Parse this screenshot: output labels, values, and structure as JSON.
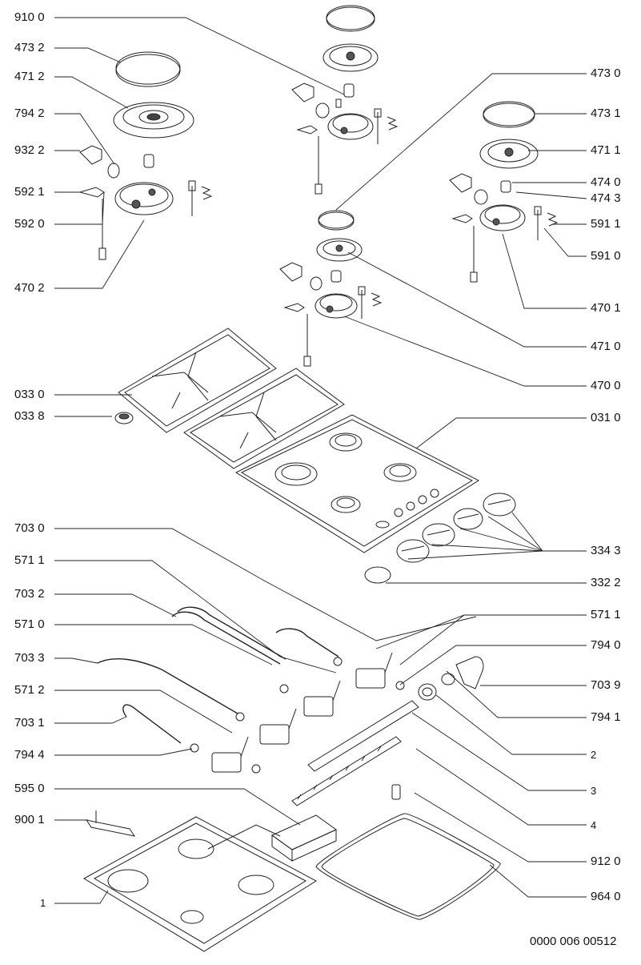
{
  "diagram": {
    "doc_number": "0000 006 00512",
    "labels_left": [
      "910 0",
      "473 2",
      "471 2",
      "794 2",
      "932 2",
      "592 1",
      "592 0",
      "470 2",
      "033 0",
      "033 8",
      "703 0",
      "571 1",
      "703 2",
      "571 0",
      "703 3",
      "571 2",
      "703 1",
      "794 4",
      "595 0",
      "900 1",
      "1"
    ],
    "labels_right": [
      "473 0",
      "473 1",
      "471 1",
      "474 0",
      "474 3",
      "591 1",
      "591 0",
      "470 1",
      "471 0",
      "470 0",
      "031 0",
      "334 3",
      "332 2",
      "571 1",
      "794 0",
      "703 9",
      "794 1",
      "2",
      "3",
      "4",
      "912 0",
      "964 0"
    ]
  }
}
